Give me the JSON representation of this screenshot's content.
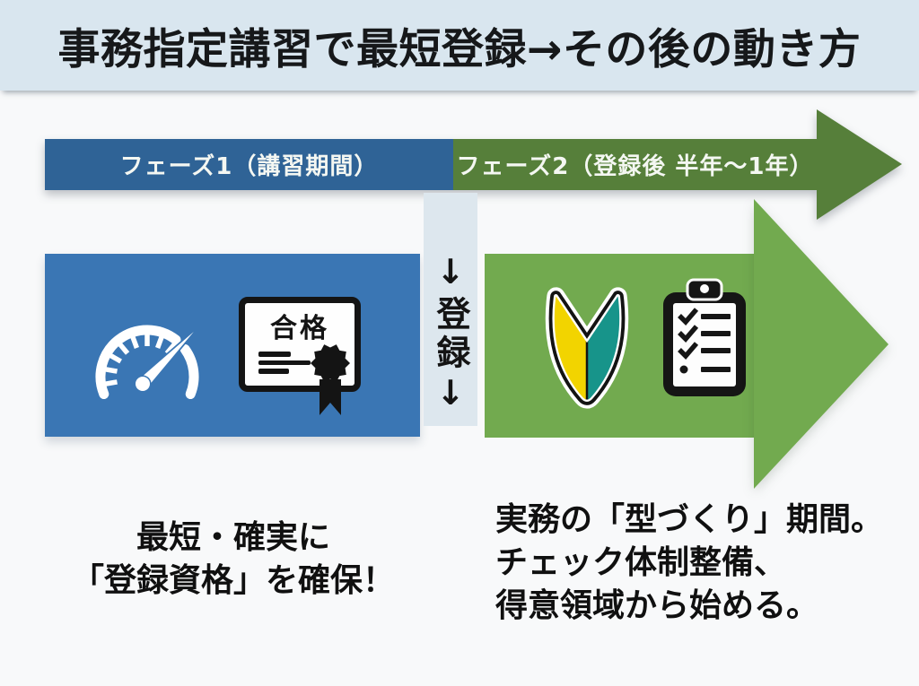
{
  "title": "事務指定講習で最短登録→その後の動き方",
  "timeline": {
    "phase1": {
      "label": "フェーズ1（講習期間）",
      "color": "#2f6396"
    },
    "phase2": {
      "label": "フェーズ2（登録後 半年～1年）",
      "color": "#567f3a"
    }
  },
  "phase1_box": {
    "color": "#3a76b4",
    "certificate_label": "合格"
  },
  "connector": {
    "label": "↓登録↓",
    "background": "#dde7ee"
  },
  "phase2_arrow": {
    "color": "#72aa4f"
  },
  "notes": {
    "left": {
      "lines": [
        "最短・確実に",
        "「登録資格」を確保！"
      ]
    },
    "right": {
      "lines": [
        "実務の「型づくり」期間。",
        "チェック体制整備、",
        "得意領域から始める。"
      ]
    }
  },
  "icons": {
    "speedometer": "speedometer-icon",
    "certificate": "certificate-icon",
    "rosette": "award-seal-icon",
    "beginner_mark": "beginner-mark-icon",
    "checklist": "checklist-clipboard-icon",
    "timeline_arrowhead": "right-arrowhead-icon",
    "phase2_arrowhead": "right-arrowhead-icon"
  },
  "colors": {
    "page_bg": "#f8f9fa",
    "title_band_bg": "#d9e6ef",
    "phase1_bar": "#2f6396",
    "phase2_bar": "#567f3a",
    "phase1_box": "#3a76b4",
    "phase2_arrow": "#72aa4f",
    "connector_bg": "#dde7ee",
    "wakaba_yellow": "#f2d400",
    "wakaba_teal": "#17948a",
    "icon_black": "#141414",
    "text": "#101010",
    "bar_text": "#ffffff"
  }
}
